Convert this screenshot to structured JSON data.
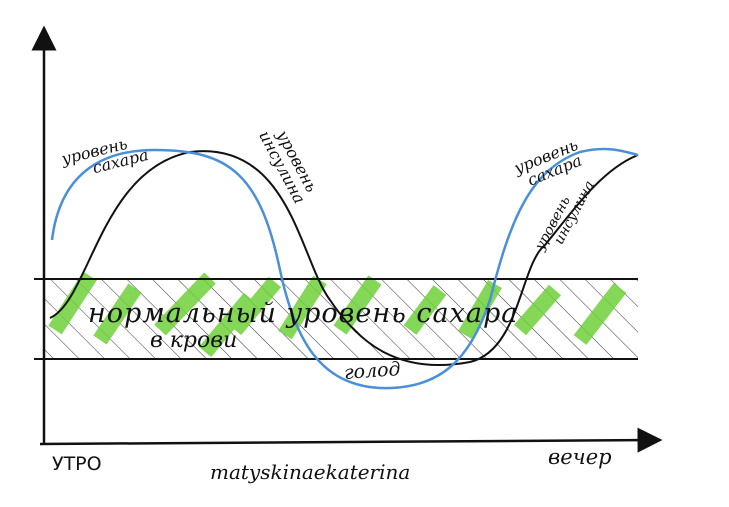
{
  "axes": {
    "x_start_label": "УТРО",
    "x_end_label": "вечер"
  },
  "labels": {
    "sugar_left": [
      "уровень",
      "сахара"
    ],
    "insulin_center": [
      "уровень",
      "инсулина"
    ],
    "sugar_right": [
      "уровень",
      "сахара"
    ],
    "insulin_right": [
      "уровень",
      "инсулина"
    ],
    "normal_band": [
      "нормальный уровень сахара",
      "в крови"
    ],
    "hunger": "голод"
  },
  "signature": "matyskinaekaterina",
  "colors": {
    "sugar_curve": "#4a90d9",
    "insulin_curve": "#111111",
    "band_highlight": "#6fd13a",
    "axis": "#111111"
  }
}
